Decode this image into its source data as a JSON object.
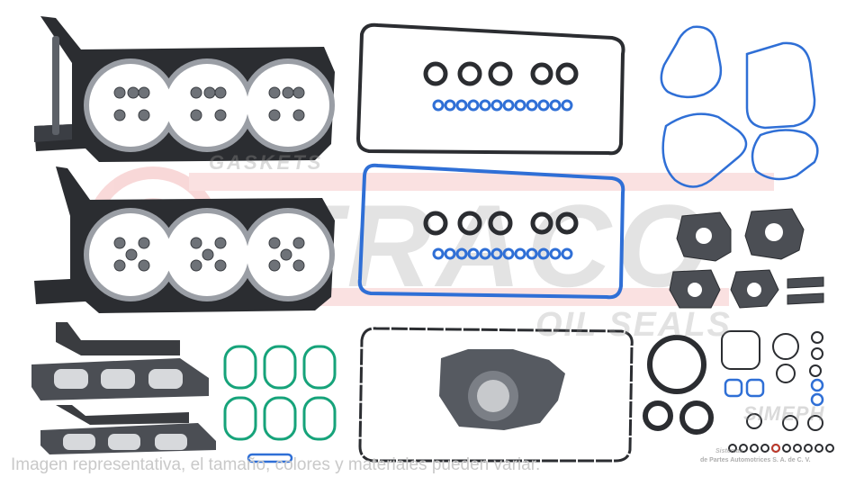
{
  "watermark": {
    "brand": "TRACO",
    "gaskets": "GASKETS",
    "oil_seals": "OIL SEALS",
    "simeph": "SIMEPH",
    "company_line1": "Sistemas",
    "company_line2": "de Partes Automotrices S. A. de C. V."
  },
  "disclaimer": "Imagen representativa, el tamaño, colores y materiales pueden variar.",
  "colors": {
    "gasket_dark": "#2b2d31",
    "gasket_mid": "#5d6168",
    "metal_light": "#9a9ea5",
    "seal_blue": "#2f6fd6",
    "seal_green": "#16a37a",
    "watermark_red": "#f2b6b6",
    "watermark_gray": "#bdbdbd"
  }
}
